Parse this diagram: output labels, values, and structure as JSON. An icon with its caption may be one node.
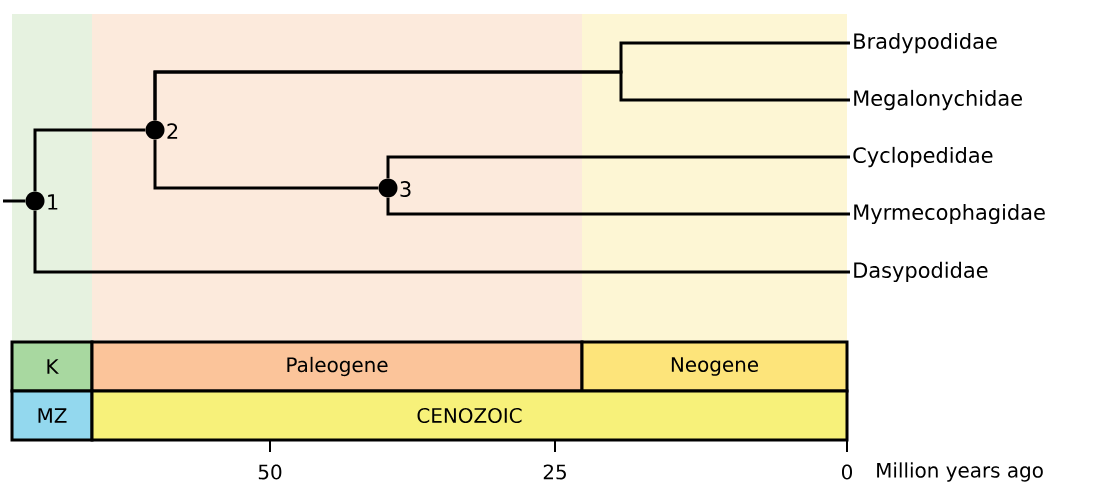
{
  "diagram": {
    "nodes": [
      {
        "text": [],
        "shape": "circle",
        "beside": [
          "1"
        ]
      },
      {
        "text": [],
        "shape": "circle",
        "beside": [
          "2"
        ]
      },
      {
        "text": [],
        "shape": "circle",
        "beside": [
          "3"
        ]
      },
      {
        "text": [
          "Bradypodidae"
        ]
      },
      {
        "text": [
          "Megalonychidae"
        ]
      },
      {
        "text": [
          "Cyclopedidae"
        ]
      },
      {
        "text": [
          "Myrmecophagidae"
        ]
      },
      {
        "text": [
          "Dasypodidae"
        ]
      },
      {
        "text": [
          "K"
        ]
      },
      {
        "text": [
          "Paleogene"
        ]
      },
      {
        "text": [
          "Neogene"
        ]
      },
      {
        "text": [
          "MZ"
        ]
      },
      {
        "text": [
          "CENOZOIC"
        ]
      }
    ],
    "edges": [
      {
        "from": null,
        "to": 0,
        "arrow": "none"
      },
      {
        "from": 0,
        "to": 1,
        "arrow": "none"
      },
      {
        "from": 0,
        "to": 7,
        "arrow": "none"
      },
      {
        "from": 1,
        "to": 3,
        "arrow": "none"
      },
      {
        "from": 1,
        "to": 4,
        "arrow": "none"
      },
      {
        "from": 1,
        "to": 2,
        "arrow": "none"
      },
      {
        "from": 2,
        "to": 5,
        "arrow": "none"
      },
      {
        "from": 2,
        "to": 6,
        "arrow": "none"
      }
    ],
    "labels": [
      "50",
      "25",
      "0",
      "Million years ago"
    ]
  }
}
